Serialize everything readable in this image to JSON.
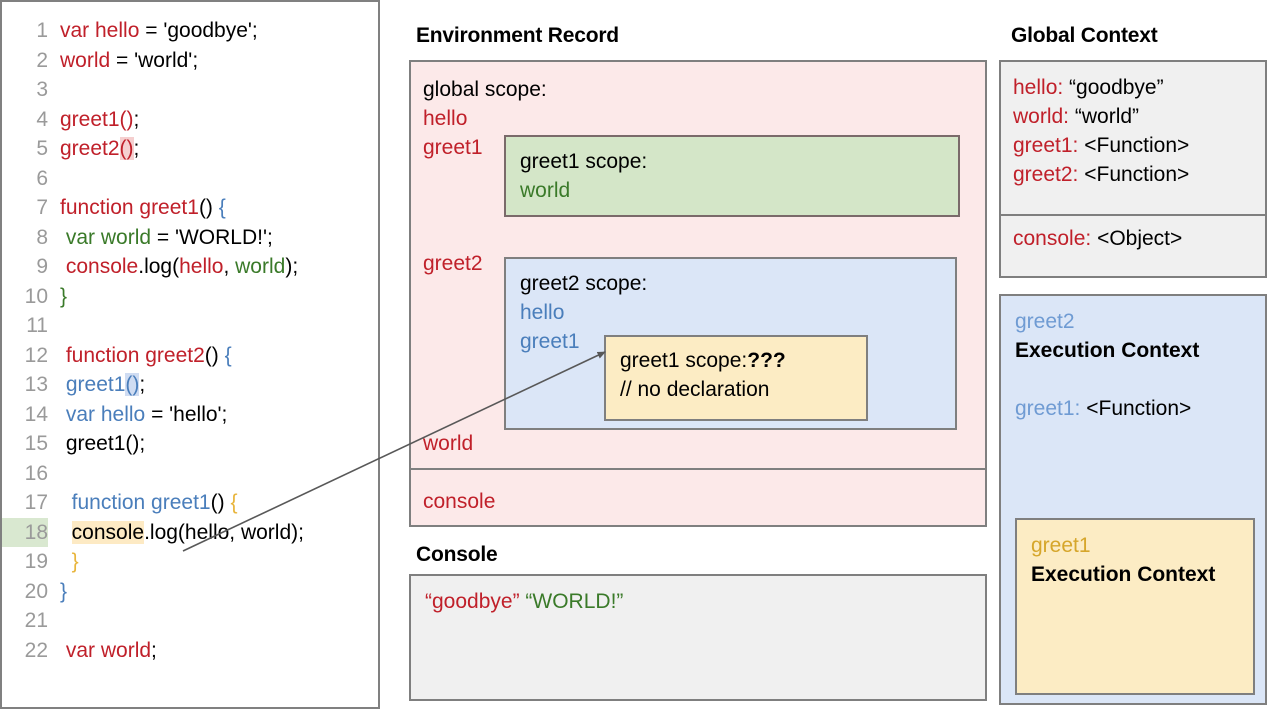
{
  "code": {
    "lines": [
      {
        "n": "1",
        "tokens": [
          {
            "t": "var hello",
            "c": "red"
          },
          {
            "t": " = 'goodbye';",
            "c": "blk"
          }
        ]
      },
      {
        "n": "2",
        "tokens": [
          {
            "t": "world",
            "c": "red"
          },
          {
            "t": " = 'world';",
            "c": "blk"
          }
        ]
      },
      {
        "n": "3",
        "tokens": []
      },
      {
        "n": "4",
        "tokens": [
          {
            "t": "greet1",
            "c": "red"
          },
          {
            "t": "()",
            "c": "red"
          },
          {
            "t": ";",
            "c": "blk"
          }
        ]
      },
      {
        "n": "5",
        "tokens": [
          {
            "t": "greet2",
            "c": "red"
          },
          {
            "t": "()",
            "c": "red",
            "h": "hl-pink"
          },
          {
            "t": ";",
            "c": "blk"
          }
        ]
      },
      {
        "n": "6",
        "tokens": []
      },
      {
        "n": "7",
        "tokens": [
          {
            "t": "function greet1",
            "c": "red"
          },
          {
            "t": "() ",
            "c": "blk"
          },
          {
            "t": "{",
            "c": "blue"
          }
        ]
      },
      {
        "n": "8",
        "tokens": [
          {
            "t": " ",
            "c": "blk"
          },
          {
            "t": "var world",
            "c": "green"
          },
          {
            "t": " = 'WORLD!';",
            "c": "blk"
          }
        ]
      },
      {
        "n": "9",
        "tokens": [
          {
            "t": " ",
            "c": "blk"
          },
          {
            "t": "console",
            "c": "red"
          },
          {
            "t": ".log(",
            "c": "blk"
          },
          {
            "t": "hello",
            "c": "red"
          },
          {
            "t": ", ",
            "c": "blk"
          },
          {
            "t": "world",
            "c": "green"
          },
          {
            "t": ");",
            "c": "blk"
          }
        ]
      },
      {
        "n": "10",
        "tokens": [
          {
            "t": "}",
            "c": "green"
          }
        ]
      },
      {
        "n": "11",
        "tokens": []
      },
      {
        "n": "12",
        "tokens": [
          {
            "t": " ",
            "c": "blk"
          },
          {
            "t": "function greet2",
            "c": "red"
          },
          {
            "t": "() ",
            "c": "blk"
          },
          {
            "t": "{",
            "c": "blue"
          }
        ]
      },
      {
        "n": "13",
        "tokens": [
          {
            "t": " ",
            "c": "blk"
          },
          {
            "t": "greet1",
            "c": "blue"
          },
          {
            "t": "()",
            "c": "blue",
            "h": "hl-blue"
          },
          {
            "t": ";",
            "c": "blk"
          }
        ]
      },
      {
        "n": "14",
        "tokens": [
          {
            "t": " ",
            "c": "blk"
          },
          {
            "t": "var hello",
            "c": "blue"
          },
          {
            "t": " = 'hello';",
            "c": "blk"
          }
        ]
      },
      {
        "n": "15",
        "tokens": [
          {
            "t": " greet1();",
            "c": "blk"
          }
        ]
      },
      {
        "n": "16",
        "tokens": []
      },
      {
        "n": "17",
        "tokens": [
          {
            "t": "  ",
            "c": "blk"
          },
          {
            "t": "function greet1",
            "c": "blue"
          },
          {
            "t": "() ",
            "c": "blk"
          },
          {
            "t": "{",
            "c": "gold"
          }
        ]
      },
      {
        "n": "18",
        "tokens": [
          {
            "t": "  ",
            "c": "blk"
          },
          {
            "t": "console",
            "c": "blk",
            "h": "hl-cream"
          },
          {
            "t": ".log(hello, world);",
            "c": "blk"
          }
        ],
        "lnhl": true
      },
      {
        "n": "19",
        "tokens": [
          {
            "t": "  ",
            "c": "blk"
          },
          {
            "t": "}",
            "c": "gold"
          }
        ]
      },
      {
        "n": "20",
        "tokens": [
          {
            "t": "}",
            "c": "blue"
          }
        ]
      },
      {
        "n": "21",
        "tokens": []
      },
      {
        "n": "22",
        "tokens": [
          {
            "t": " ",
            "c": "blk"
          },
          {
            "t": "var world",
            "c": "red"
          },
          {
            "t": ";",
            "c": "blk"
          }
        ]
      }
    ]
  },
  "environment_record": {
    "title": "Environment Record",
    "global_scope_label": "global scope:",
    "bindings": [
      "hello",
      "greet1",
      "greet2",
      "world"
    ],
    "hello": "hello",
    "greet1": "greet1",
    "greet2": "greet2",
    "world": "world",
    "console": "console",
    "greet1_scope": {
      "title": "greet1 scope:",
      "vars": [
        "world"
      ],
      "world": "world"
    },
    "greet2_scope": {
      "title": "greet2 scope:",
      "hello": "hello",
      "greet1": "greet1",
      "inner": {
        "title": "greet1 scope:",
        "question": "???",
        "comment": "// no declaration"
      }
    }
  },
  "console": {
    "title": "Console",
    "output": [
      {
        "text": "“goodbye”",
        "color": "red"
      },
      {
        "text": "“WORLD!”",
        "color": "green"
      }
    ],
    "line1_a": "“goodbye”",
    "line1_b": "“WORLD!”"
  },
  "global_context": {
    "title": "Global Context",
    "rows": [
      {
        "key": "hello:",
        "value": "“goodbye”"
      },
      {
        "key": "world:",
        "value": "“world”"
      },
      {
        "key": "greet1:",
        "value": "<Function>"
      },
      {
        "key": "greet2:",
        "value": "<Function>"
      },
      {
        "key": "console:",
        "value": "<Object>"
      }
    ],
    "r0_key": "hello:",
    "r0_val": "“goodbye”",
    "r1_key": "world:",
    "r1_val": "“world”",
    "r2_key": "greet1:",
    "r2_val": "<Function>",
    "r3_key": "greet2:",
    "r3_val": "<Function>",
    "r4_key": "console:",
    "r4_val": "<Object>"
  },
  "greet2_execution_context": {
    "name": "greet2",
    "subtitle": "Execution Context",
    "var_key": "greet1:",
    "var_value": "<Function>",
    "greet1_execution_context": {
      "name": "greet1",
      "subtitle": "Execution Context"
    }
  },
  "colors": {
    "red": "#c0202a",
    "blue": "#4a7ebb",
    "green": "#3a7a29",
    "gold": "#e8b53c",
    "pink_panel": "#fce9e9",
    "green_box": "#d4e6c8",
    "blue_box": "#dbe6f7",
    "yellow_box": "#fcecc4",
    "gray_box": "#f0f0f0",
    "border": "#7f7f7f"
  }
}
